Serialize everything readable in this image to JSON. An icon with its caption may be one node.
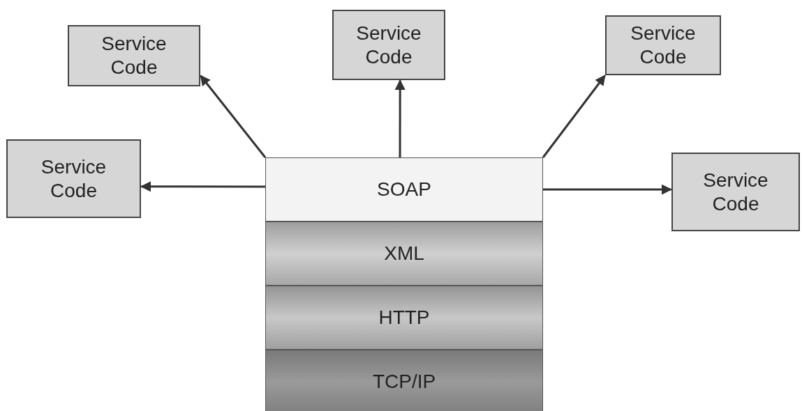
{
  "diagram": {
    "nodes": [
      {
        "text": [
          "Service Code"
        ]
      },
      {
        "text": [
          "Service Code"
        ]
      },
      {
        "text": [
          "Service Code"
        ]
      },
      {
        "text": [
          "Service Code"
        ]
      },
      {
        "text": [
          "SOAP"
        ]
      },
      {
        "text": [
          "Service Code"
        ]
      },
      {
        "text": [
          "XML"
        ]
      },
      {
        "text": [
          "HTTP"
        ]
      },
      {
        "text": [
          "TCP/IP"
        ]
      }
    ],
    "edges": [
      {
        "from": 4,
        "to": 0,
        "arrow": "to"
      },
      {
        "from": 4,
        "to": 1,
        "arrow": "to"
      },
      {
        "from": 4,
        "to": 2,
        "arrow": "to"
      },
      {
        "from": 4,
        "to": 3,
        "arrow": "to"
      },
      {
        "from": 4,
        "to": 5,
        "arrow": "to"
      }
    ]
  }
}
